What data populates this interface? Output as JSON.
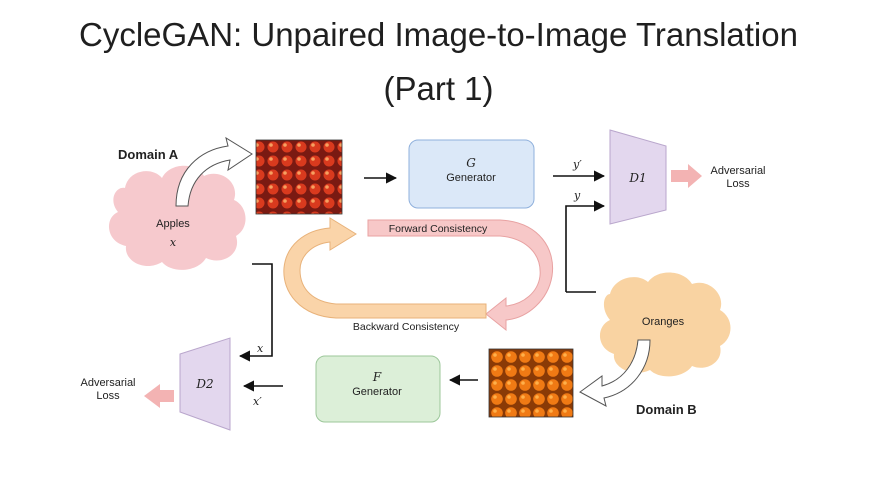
{
  "title_line1": "CycleGAN: Unpaired Image-to-Image Translation",
  "title_line2": "(Part 1)",
  "domain_a": {
    "label": "Domain A",
    "cloud_label": "Apples",
    "var": "x"
  },
  "domain_b": {
    "label": "Domain B",
    "cloud_label": "Oranges"
  },
  "generator_g": {
    "symbol": "G",
    "label": "Generator"
  },
  "generator_f": {
    "symbol": "F",
    "label": "Generator"
  },
  "discriminator_1": {
    "symbol": "D1",
    "loss_line1": "Adversarial",
    "loss_line2": "Loss"
  },
  "discriminator_2": {
    "symbol": "D2",
    "loss_line1": "Adversarial",
    "loss_line2": "Loss"
  },
  "arrows": {
    "y_prime": "y′",
    "y": "y",
    "x": "x",
    "x_prime": "x′"
  },
  "cycle": {
    "forward": "Forward Consistency",
    "backward": "Backward Consistency"
  },
  "colors": {
    "generator_g_fill": "#dbe8f8",
    "generator_g_stroke": "#8fb0dc",
    "generator_f_fill": "#dcefd8",
    "generator_f_stroke": "#9cc79a",
    "discriminator_fill": "#e3d7ee",
    "discriminator_stroke": "#b9a6cc",
    "apple_cloud": "#f6c9cd",
    "orange_cloud": "#f9d3a2",
    "forward_band": "#f7c8c8",
    "backward_band": "#fad4a9",
    "loss_arrow": "#f3b3b3"
  }
}
